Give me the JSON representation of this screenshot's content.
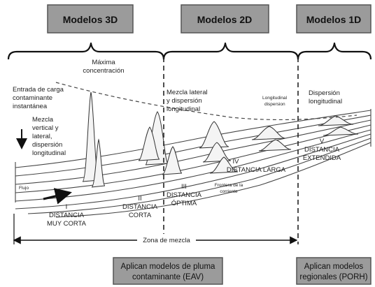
{
  "headers": {
    "models_3d": "Modelos 3D",
    "models_2d": "Modelos 2D",
    "models_1d": "Modelos 1D"
  },
  "labels": {
    "max_concentration_1": "Máxima",
    "max_concentration_2": "concentración",
    "input_1": "Entrada de carga",
    "input_2": "contaminante",
    "input_3": "instantánea",
    "vertical_mix_1": "Mezcla",
    "vertical_mix_2": "vertical y",
    "vertical_mix_3": "lateral,",
    "vertical_mix_4": "dispersión",
    "vertical_mix_5": "longitudinal",
    "lateral_mix_1": "Mezcla lateral",
    "lateral_mix_2": "y dispersión",
    "lateral_mix_3": "longitudinal",
    "long_disp_en_1": "Longitudinal",
    "long_disp_en_2": "dispersion",
    "long_disp_es_1": "Dispersión",
    "long_disp_es_2": "longitudinal",
    "flow": "Flujo",
    "zone_i_num": "I",
    "zone_i_1": "DISTANCIA",
    "zone_i_2": "MUY CORTA",
    "zone_ii_num": "II",
    "zone_ii_1": "DISTANCIA",
    "zone_ii_2": "CORTA",
    "zone_iii_num": "III",
    "zone_iii_1": "DISTANCIA",
    "zone_iii_2": "ÓPTIMA",
    "zone_iv_num": "IV",
    "zone_iv_1": "DISTANCIA LARGA",
    "zone_v_num": "V",
    "zone_v_1": "DISTANCIA",
    "zone_v_2": "EXTENDIDA",
    "current_front_1": "Frontera de la",
    "current_front_2": "corriente",
    "mixing_zone": "Zona de mezcla"
  },
  "footers": {
    "plume_1": "Aplican modelos de pluma",
    "plume_2": "contaminante (EAV)",
    "regional_1": "Aplican modelos",
    "regional_2": "regionales (PORH)"
  }
}
